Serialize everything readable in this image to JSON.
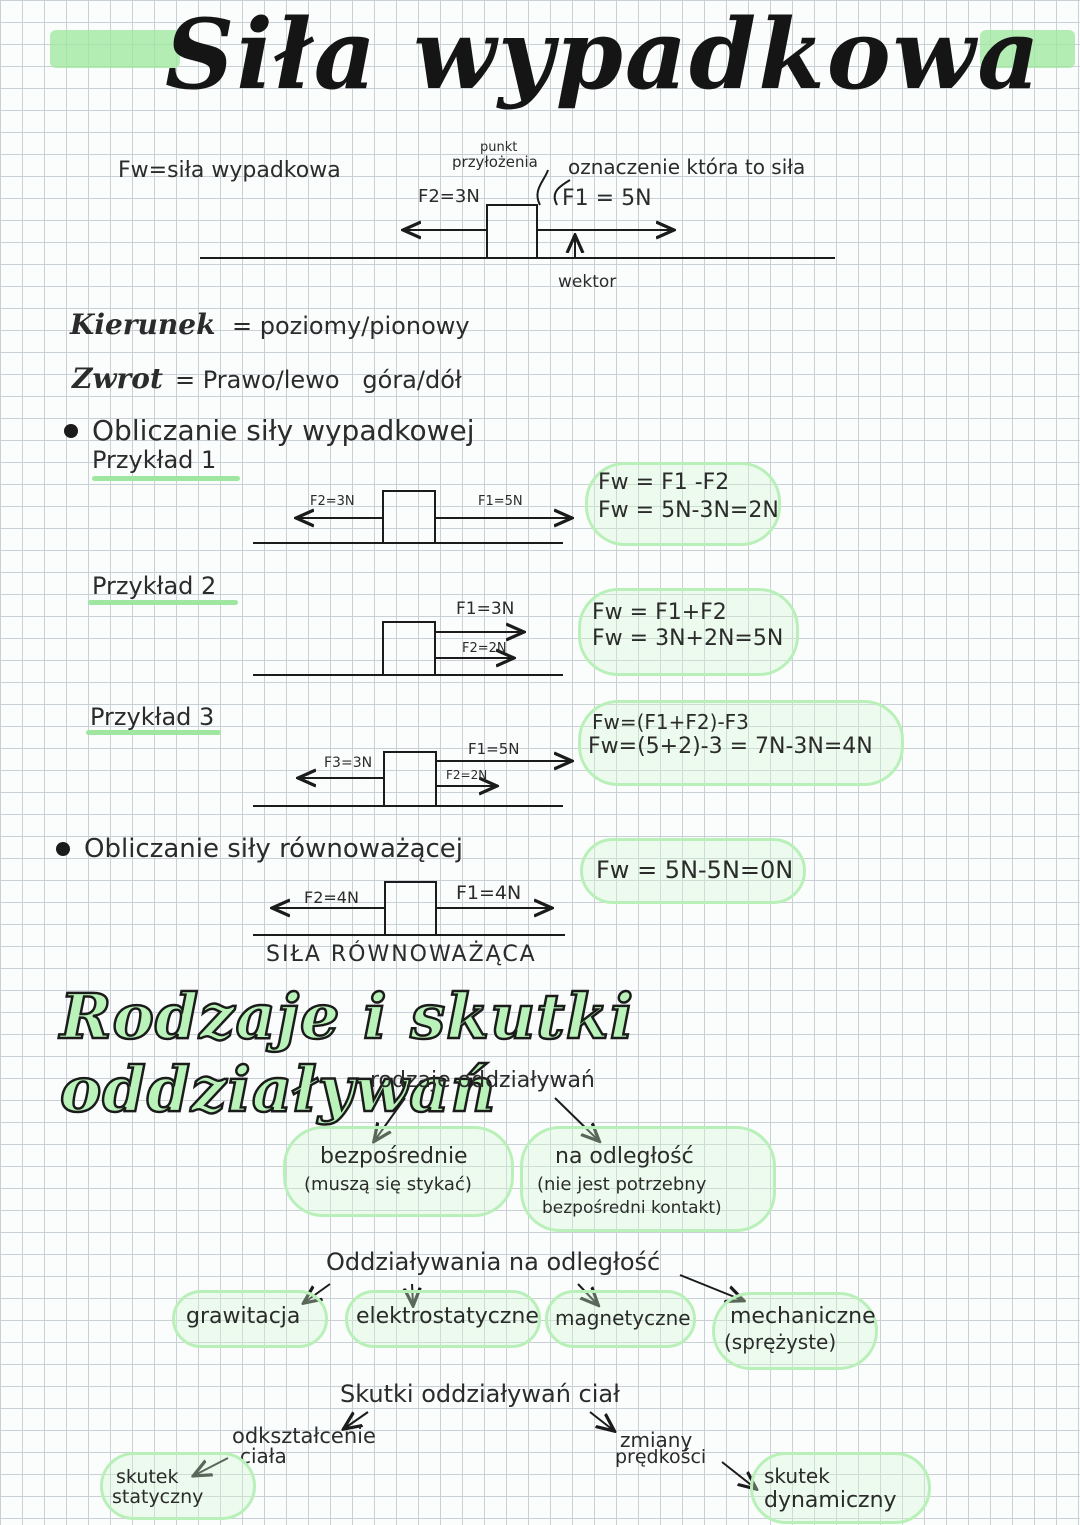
{
  "section1": {
    "title": "Siła wypadkowa",
    "fw_def": "Fw=siła wypadkowa",
    "diagram": {
      "label_punkt": "punkt",
      "label_przylozenia": "przyłożenia",
      "label_oznaczenie": "oznaczenie która to siła",
      "f2": "F2=3N",
      "f1": "F1 = 5N",
      "wektor": "wektor"
    },
    "kierunek_term": "Kierunek",
    "kierunek_value": "= poziomy/pionowy",
    "zwrot_term": "Zwrot",
    "zwrot_value": "= Prawo/lewo   góra/dół",
    "bullet1": "Obliczanie siły wypadkowej",
    "ex1": {
      "label": "Przykład 1",
      "f2": "F2=3N",
      "f1": "F1=5N",
      "eq1": "Fw = F1 -F2",
      "eq2": "Fw = 5N-3N=2N"
    },
    "ex2": {
      "label": "Przykład 2",
      "f1": "F1=3N",
      "f2": "F2=2N",
      "eq1": "Fw = F1+F2",
      "eq2": "Fw = 3N+2N=5N"
    },
    "ex3": {
      "label": "Przykład 3",
      "f3": "F3=3N",
      "f1": "F1=5N",
      "f2": "F2=2N",
      "eq1": "Fw=(F1+F2)-F3",
      "eq2": "Fw=(5+2)-3 = 7N-3N=4N"
    },
    "bullet2": "Obliczanie siły równoważącej",
    "ex4": {
      "f2": "F2=4N",
      "f1": "F1=4N",
      "eq": "Fw = 5N-5N=0N",
      "caption": "SIŁA RÓWNOWAŻĄCA"
    }
  },
  "section2": {
    "title": "Rodzaje i skutki oddziaływań",
    "root": "rodzaje oddziaływań",
    "direct": "bezpośrednie",
    "direct_note": "(muszą się stykać)",
    "distance": "na odległość",
    "distance_note1": "(nie jest potrzebny",
    "distance_note2": "bezpośredni kontakt)",
    "distance_heading": "Oddziaływania na odległość",
    "types": [
      "grawitacja",
      "elektrostatyczne",
      "magnetyczne",
      "mechaniczne"
    ],
    "mech_note": "(sprężyste)",
    "effects_heading": "Skutki oddziaływań ciał",
    "odksztalcenie1": "odkształcenie",
    "odksztalcenie2": "ciała",
    "zmiany1": "zmiany",
    "zmiany2": "prędkości",
    "static1": "skutek",
    "static2": "statyczny",
    "dynamic1": "skutek",
    "dynamic2": "dynamiczny"
  },
  "colors": {
    "highlight": "#9ce89c",
    "cloud": "#b9f0b9",
    "ink": "#1b1b1b"
  }
}
